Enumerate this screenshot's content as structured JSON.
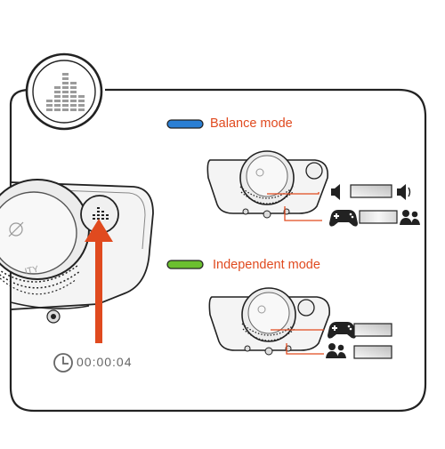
{
  "modes": {
    "balance": {
      "label": "Balance mode",
      "indicator_color": "#2a7fd4"
    },
    "independent": {
      "label": "Independent mode",
      "indicator_color": "#6bbf2f"
    }
  },
  "timer": {
    "value": "00:00:04"
  },
  "device": {
    "brand_text": "ITY"
  },
  "colors": {
    "accent": "#e04a1f",
    "outline": "#222222",
    "panel": "#f2f2f2"
  },
  "icons": [
    "equalizer-icon",
    "clock-icon",
    "volume-low-icon",
    "volume-high-icon",
    "gamepad-icon",
    "users-icon",
    "arrow-up-icon"
  ]
}
